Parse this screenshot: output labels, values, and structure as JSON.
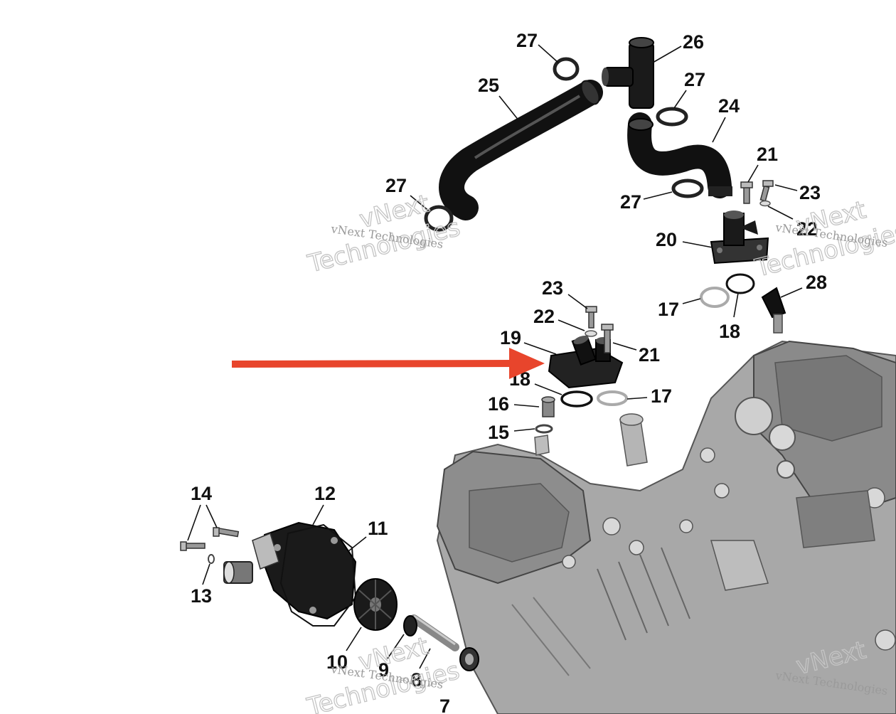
{
  "callouts": [
    {
      "id": "c27a",
      "text": "27"
    },
    {
      "id": "c26",
      "text": "26"
    },
    {
      "id": "c25",
      "text": "25"
    },
    {
      "id": "c27b",
      "text": "27"
    },
    {
      "id": "c24",
      "text": "24"
    },
    {
      "id": "c27c",
      "text": "27"
    },
    {
      "id": "c27d",
      "text": "27"
    },
    {
      "id": "c21a",
      "text": "21"
    },
    {
      "id": "c23a",
      "text": "23"
    },
    {
      "id": "c22a",
      "text": "22"
    },
    {
      "id": "c20",
      "text": "20"
    },
    {
      "id": "c17a",
      "text": "17"
    },
    {
      "id": "c18a",
      "text": "18"
    },
    {
      "id": "c28",
      "text": "28"
    },
    {
      "id": "c23b",
      "text": "23"
    },
    {
      "id": "c22b",
      "text": "22"
    },
    {
      "id": "c19",
      "text": "19"
    },
    {
      "id": "c21b",
      "text": "21"
    },
    {
      "id": "c18b",
      "text": "18"
    },
    {
      "id": "c17b",
      "text": "17"
    },
    {
      "id": "c16",
      "text": "16"
    },
    {
      "id": "c15",
      "text": "15"
    },
    {
      "id": "c14",
      "text": "14"
    },
    {
      "id": "c12",
      "text": "12"
    },
    {
      "id": "c11",
      "text": "11"
    },
    {
      "id": "c13",
      "text": "13"
    },
    {
      "id": "c10",
      "text": "10"
    },
    {
      "id": "c9",
      "text": "9"
    },
    {
      "id": "c8",
      "text": "8"
    },
    {
      "id": "c7",
      "text": "7"
    }
  ],
  "watermark": {
    "line1": "vNext",
    "line2": "Technologies",
    "small": "vNext Technologies"
  },
  "colors": {
    "arrow": "#e8452c",
    "part_dark": "#1a1a1a",
    "engine_gray": "#9d9d9d"
  }
}
